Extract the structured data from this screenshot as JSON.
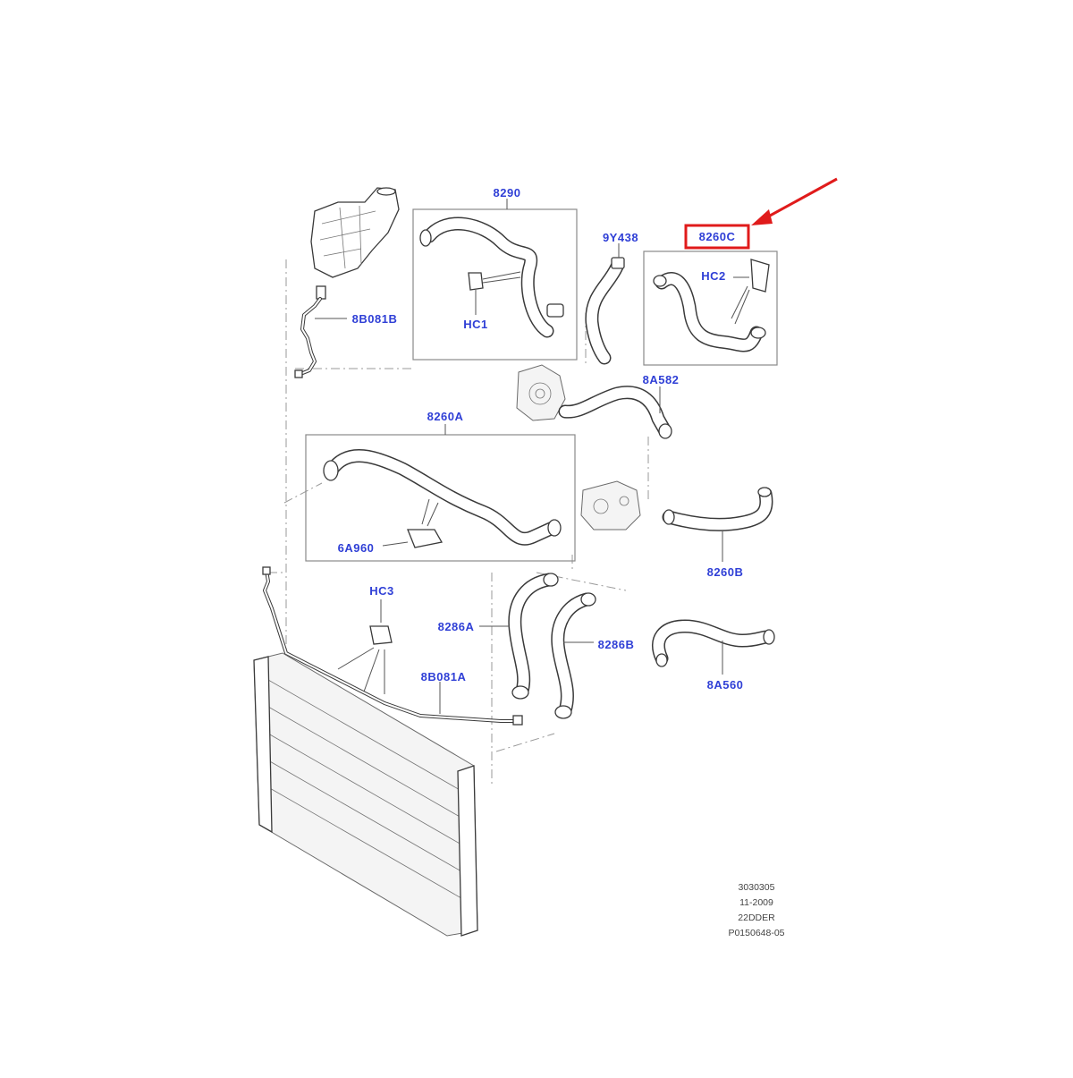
{
  "callouts": {
    "c8290": "8290",
    "c9y438": "9Y438",
    "c8260c": "8260C",
    "chc2": "HC2",
    "chc1": "HC1",
    "c8b081b": "8B081B",
    "c8a582": "8A582",
    "c8260a": "8260A",
    "c6a960": "6A960",
    "c8260b": "8260B",
    "chc3": "HC3",
    "c8286a": "8286A",
    "c8286b": "8286B",
    "c8b081a": "8B081A",
    "c8a560": "8A560"
  },
  "stamp": {
    "line1": "3030305",
    "line2": "11-2009",
    "line3": "22DDER",
    "line4": "P0150648-05"
  },
  "highlight": {
    "target": "8260C",
    "box_color": "#e01b1b",
    "arrow_color": "#e01b1b"
  },
  "colors": {
    "callout_text": "#2f3fd6",
    "line_art": "#3a3a3a"
  }
}
